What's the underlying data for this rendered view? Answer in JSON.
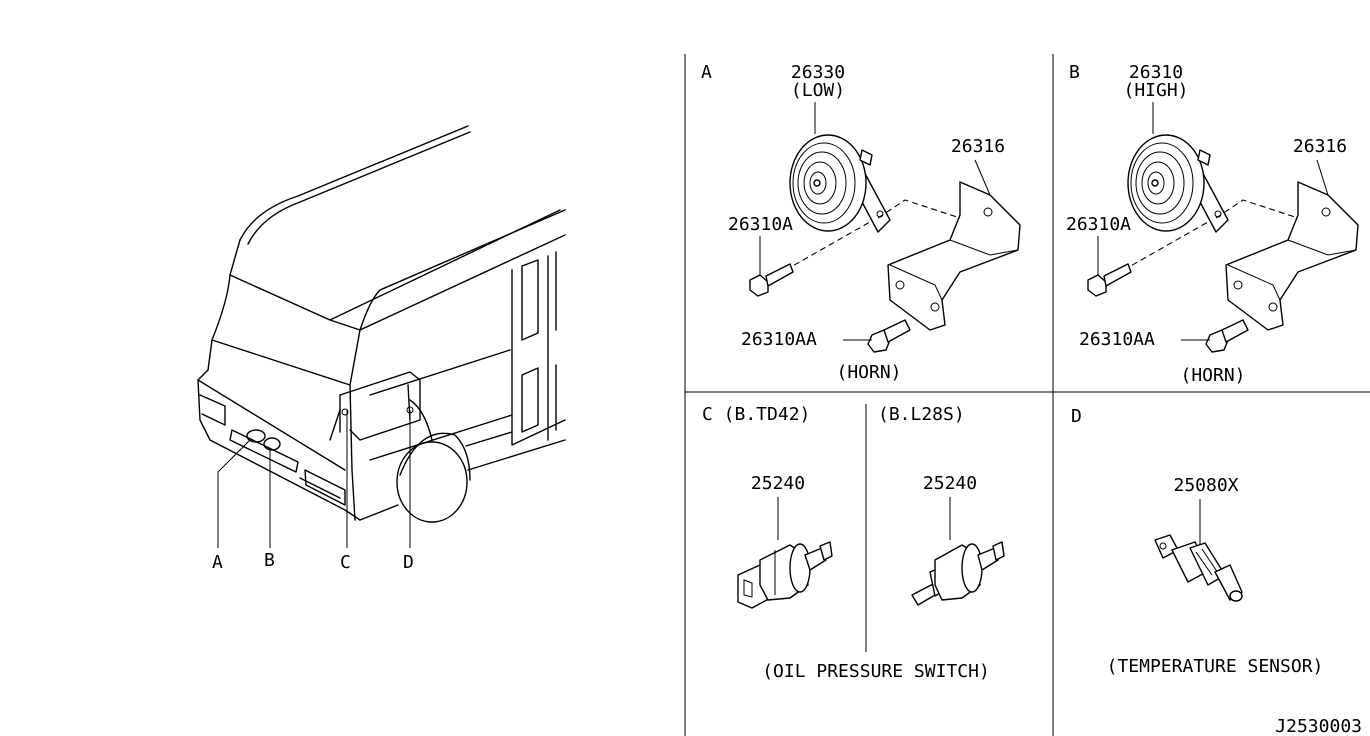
{
  "colors": {
    "background": "#ffffff",
    "line": "#000000"
  },
  "vehicle_callouts": {
    "a": "A",
    "b": "B",
    "c": "C",
    "d": "D"
  },
  "section_a": {
    "letter": "A",
    "horn_part": "26330",
    "horn_variant": "(LOW)",
    "bracket_part": "26316",
    "bolt_part": "26310A",
    "bolt2_part": "26310AA",
    "caption": "(HORN)"
  },
  "section_b": {
    "letter": "B",
    "horn_part": "26310",
    "horn_variant": "(HIGH)",
    "bracket_part": "26316",
    "bolt_part": "26310A",
    "bolt2_part": "26310AA",
    "caption": "(HORN)"
  },
  "section_c": {
    "letter_variant": "C (B.TD42)",
    "variant2": "(B.L28S)",
    "part1": "25240",
    "part2": "25240",
    "caption": "(OIL PRESSURE SWITCH)"
  },
  "section_d": {
    "letter": "D",
    "part": "25080X",
    "caption": "(TEMPERATURE SENSOR)"
  },
  "diagram_code": "J2530003"
}
